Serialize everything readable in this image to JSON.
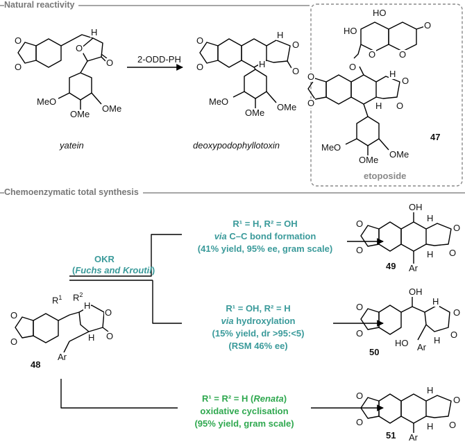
{
  "sections": {
    "natural": "Natural reactivity",
    "chemo": "Chemoenzymatic total synthesis"
  },
  "top": {
    "enzyme": "2-ODD-PH",
    "yatein_label": "yatein",
    "deoxy_label": "deoxypodophyllotoxin",
    "etoposide_label": "etoposide",
    "etoposide_number": "47",
    "groups": {
      "ome": "OMe",
      "meo": "MeO",
      "ho": "HO",
      "oh": "OH",
      "o": "O",
      "h": "H"
    }
  },
  "bottom": {
    "okr": "OKR",
    "okr_ref_open": "(",
    "okr_ref": "Fuchs and Kroutil",
    "okr_ref_close": ")",
    "r_labels": {
      "r1": "R",
      "r1_sup": "1",
      "r2": "R",
      "r2_sup": "2",
      "ar": "Ar"
    },
    "compound_numbers": {
      "c48": "48",
      "c49": "49",
      "c50": "50",
      "c51": "51"
    },
    "route1": {
      "line1": "R¹ = H, R² = OH",
      "line2_via": "via",
      "line2_rest": " C–C bond formation",
      "line3": "(41% yield, 95% ee, gram scale)"
    },
    "route2": {
      "line1": "R¹ = OH, R² = H",
      "line2_via": "via",
      "line2_rest": " hydroxylation",
      "line3": "(15% yield, dr >95:<5)",
      "line4": "(RSM 46% ee)"
    },
    "route3": {
      "line1_pre": "R¹ = R² = H (",
      "line1_ital": "Renata",
      "line1_post": ")",
      "line2": "oxidative cyclisation",
      "line3": "(95% yield, gram scale)"
    }
  },
  "colors": {
    "teal": "#3a9a9a",
    "green": "#2fa84f",
    "rule": "#888888"
  }
}
